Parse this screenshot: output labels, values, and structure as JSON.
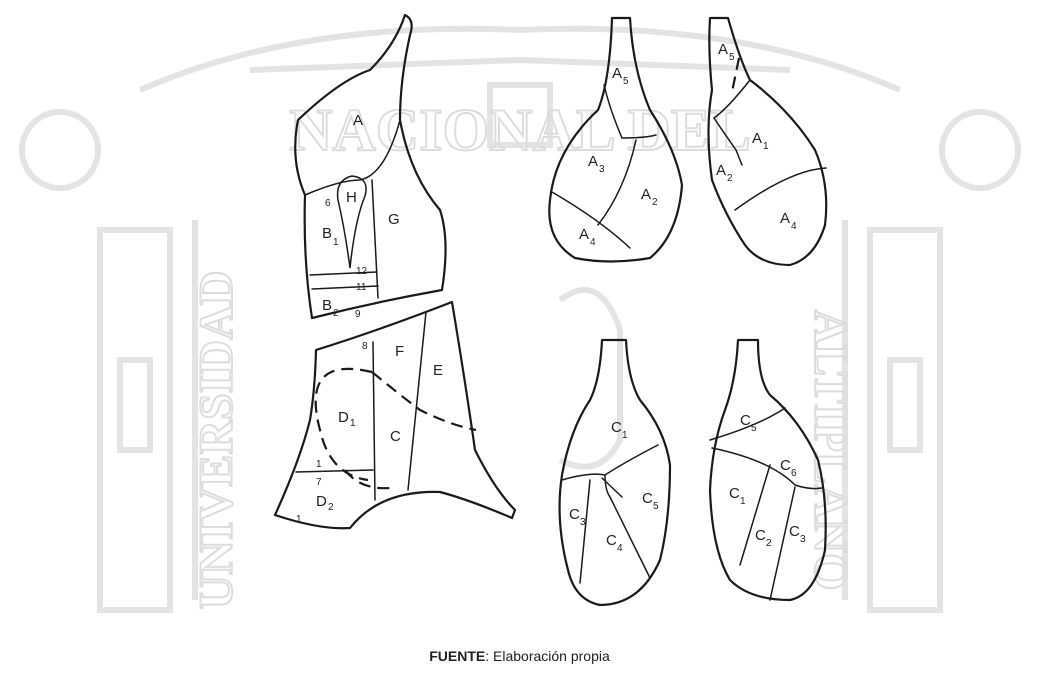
{
  "watermark": {
    "top_text": "NACIONAL DEL",
    "left_text": "UNIVERSIDAD",
    "right_text": "ALTIPLANO"
  },
  "caption": {
    "bold": "FUENTE",
    "rest": ": Elaboración propia"
  },
  "side_view": {
    "regions": {
      "A": "A",
      "H": "H",
      "G": "G",
      "B1": "B",
      "B2": "B",
      "F": "F",
      "E": "E",
      "C": "C",
      "D1": "D",
      "D2": "D"
    },
    "subscripts": {
      "B1": "1",
      "B2": "2",
      "D1": "1",
      "D2": "2"
    },
    "muscle_numbers": [
      "6",
      "12",
      "11",
      "9",
      "8",
      "1",
      "7",
      "1"
    ]
  },
  "leg_a_front": {
    "labels": [
      {
        "main": "A",
        "sub": "5"
      },
      {
        "main": "A",
        "sub": "3"
      },
      {
        "main": "A",
        "sub": "2"
      },
      {
        "main": "A",
        "sub": "4"
      }
    ]
  },
  "leg_a_back": {
    "labels": [
      {
        "main": "A",
        "sub": "5"
      },
      {
        "main": "A",
        "sub": "1"
      },
      {
        "main": "A",
        "sub": "2"
      },
      {
        "main": "A",
        "sub": "4"
      }
    ]
  },
  "leg_c_front": {
    "labels": [
      {
        "main": "C",
        "sub": "1"
      },
      {
        "main": "C",
        "sub": "3"
      },
      {
        "main": "C",
        "sub": "5"
      },
      {
        "main": "C",
        "sub": "4"
      }
    ]
  },
  "leg_c_back": {
    "labels": [
      {
        "main": "C",
        "sub": "5"
      },
      {
        "main": "C",
        "sub": "6"
      },
      {
        "main": "C",
        "sub": "1"
      },
      {
        "main": "C",
        "sub": "2"
      },
      {
        "main": "C",
        "sub": "3"
      }
    ]
  }
}
